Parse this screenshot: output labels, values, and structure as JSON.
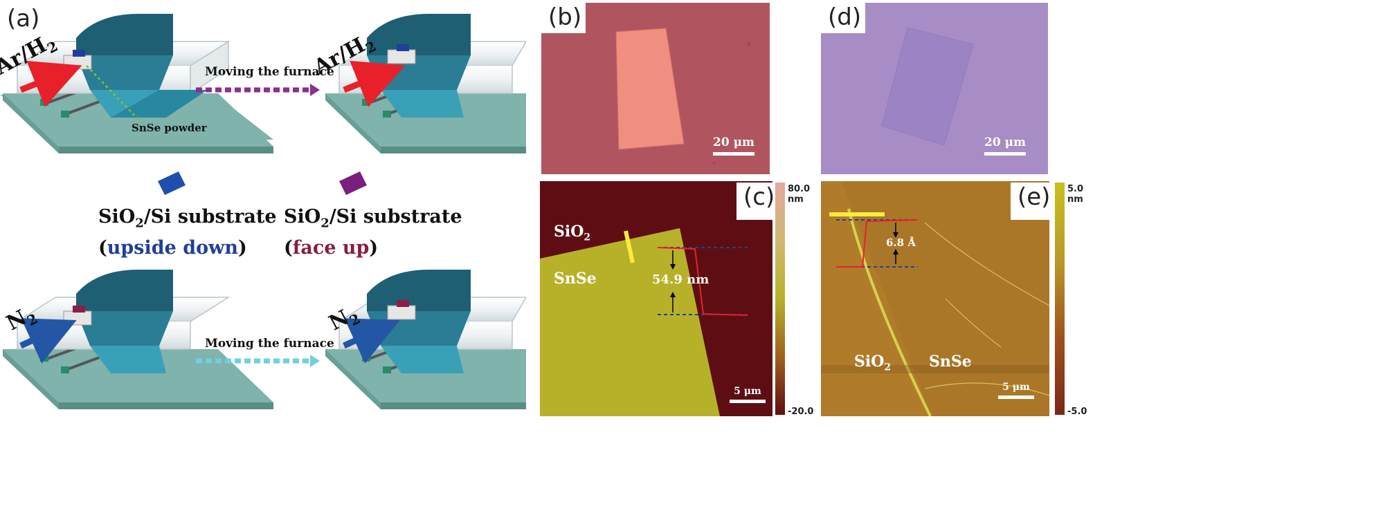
{
  "panels": {
    "a": "(a)",
    "b": "(b)",
    "c": "(c)",
    "d": "(d)",
    "e": "(e)"
  },
  "schematic": {
    "gas_top": "Ar/H",
    "gas_top_sub": "2",
    "gas_bottom": "N",
    "gas_bottom_sub": "2",
    "moving_label_top": "Moving the furnace",
    "moving_label_bottom": "Moving the furnace",
    "powder_label": "SnSe powder",
    "substrate_left_line1": "SiO",
    "substrate_left_line1_sub": "2",
    "substrate_left_line1_rest": "/Si substrate",
    "substrate_left_line2_open": "(",
    "substrate_left_line2": "upside down",
    "substrate_left_line2_close": ")",
    "substrate_right_line1": "SiO",
    "substrate_right_line1_sub": "2",
    "substrate_right_line1_rest": "/Si substrate",
    "substrate_right_line2_open": "(",
    "substrate_right_line2": "face up",
    "substrate_right_line2_close": ")"
  },
  "optical_b": {
    "scale_label": "20 μm"
  },
  "optical_d": {
    "scale_label": "20 μm"
  },
  "afm_c": {
    "sio2_label": "SiO",
    "sio2_sub": "2",
    "snse_label": "SnSe",
    "height_label": "54.9 nm",
    "scale_label": "5 μm",
    "cbar_max": "80.0",
    "cbar_unit": "nm",
    "cbar_min": "-20.0"
  },
  "afm_e": {
    "sio2_label": "SiO",
    "sio2_sub": "2",
    "snse_label": "SnSe",
    "height_label": "6.8 Å",
    "scale_label": "5 μm",
    "cbar_max": "5.0",
    "cbar_unit": "nm",
    "cbar_min": "-5.0"
  },
  "colors": {
    "platform": "#7fb3ac",
    "furnace": "#1e5f74",
    "arrow_red": "#e8202a",
    "arrow_blue": "#2456a6",
    "dash_purple": "#8a2e8f",
    "dash_cyan": "#6fd0df",
    "upside_down": "#1f3f9a",
    "face_up": "#8a1f3a",
    "optical_b_bg": "#b05560",
    "optical_b_flake": "#f08f80",
    "optical_d_bg": "#a88cc6",
    "afm_c_bg": "#5e0e12",
    "afm_c_film": "#b7b12a",
    "afm_e_bg": "#b3832a"
  }
}
